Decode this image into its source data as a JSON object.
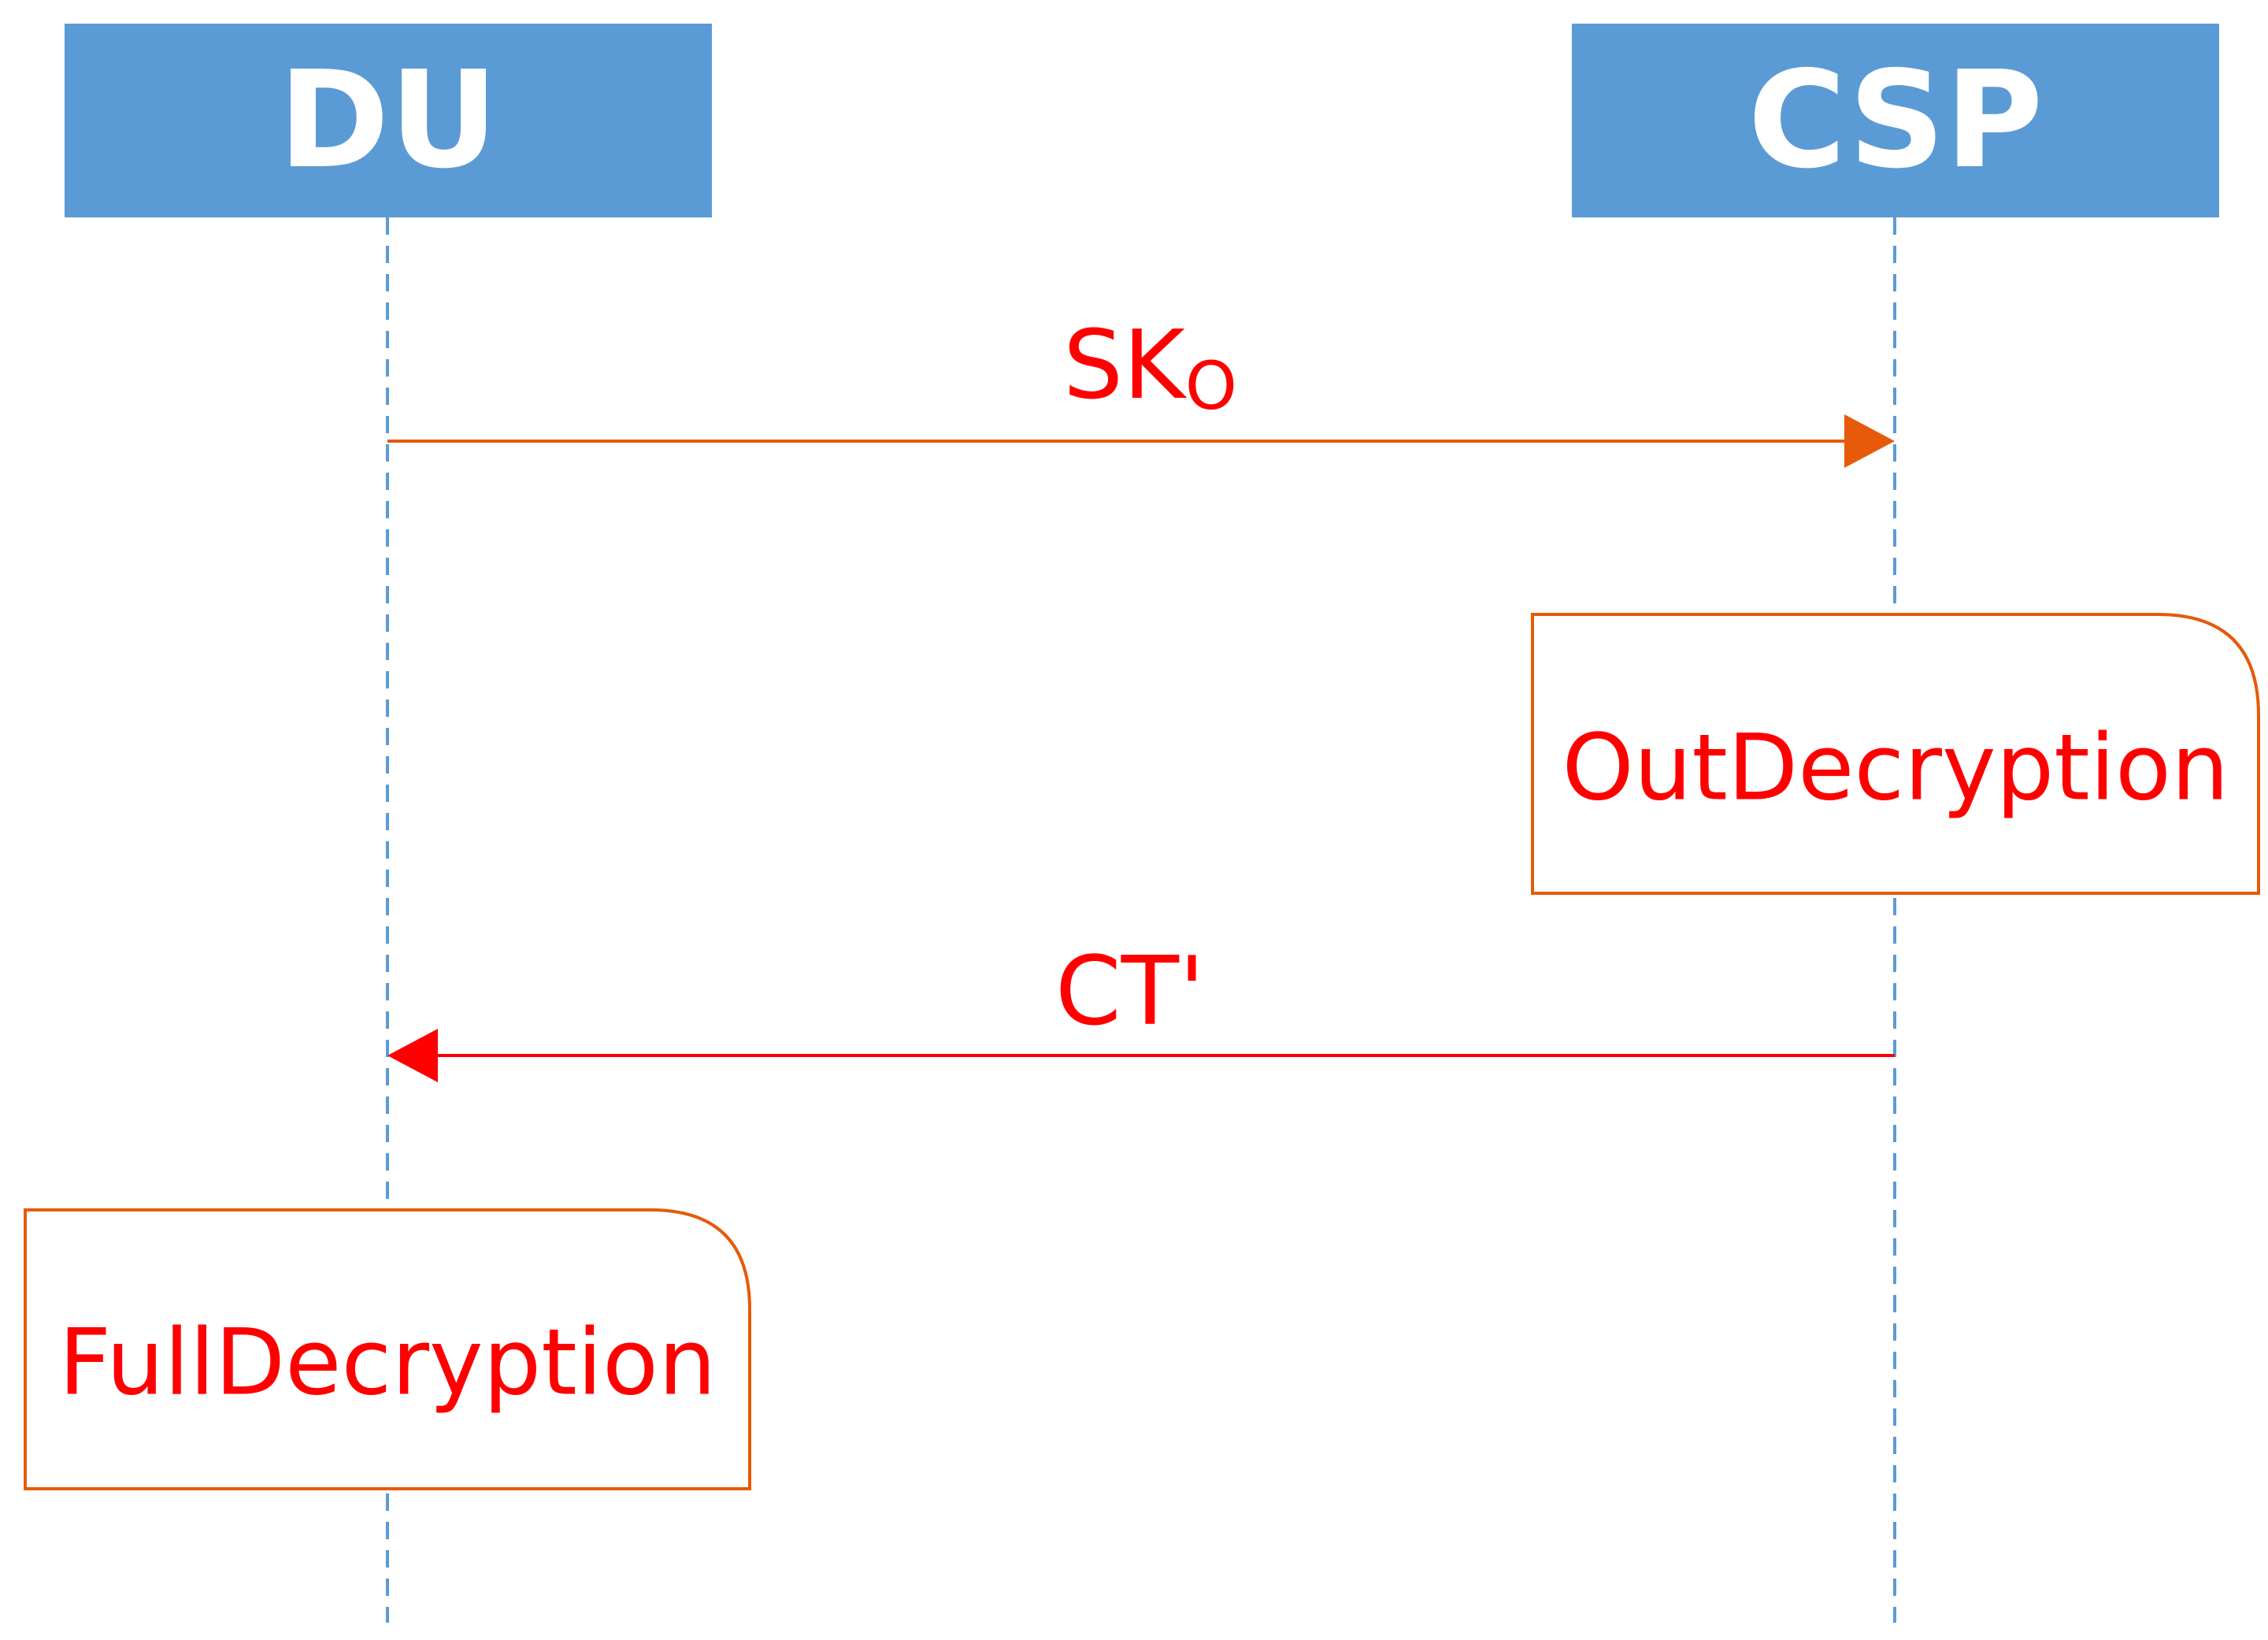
{
  "participants": [
    {
      "label": "DU"
    },
    {
      "label": "CSP"
    }
  ],
  "messages": [
    {
      "from": "DU",
      "to": "CSP",
      "label_main": "SK",
      "label_sub": "O",
      "color": "#e65a0a"
    },
    {
      "from": "CSP",
      "to": "DU",
      "label_main": "CT'",
      "label_sub": "",
      "color": "#ff0000"
    }
  ],
  "notes": [
    {
      "actor": "CSP",
      "label": "OutDecryption"
    },
    {
      "actor": "DU",
      "label": "FullDecryption"
    }
  ],
  "colors": {
    "actor_fill": "#5b9bd5",
    "lifeline": "#5b9bd5",
    "note_border": "#e65a0a",
    "label_text": "#ff0000"
  }
}
